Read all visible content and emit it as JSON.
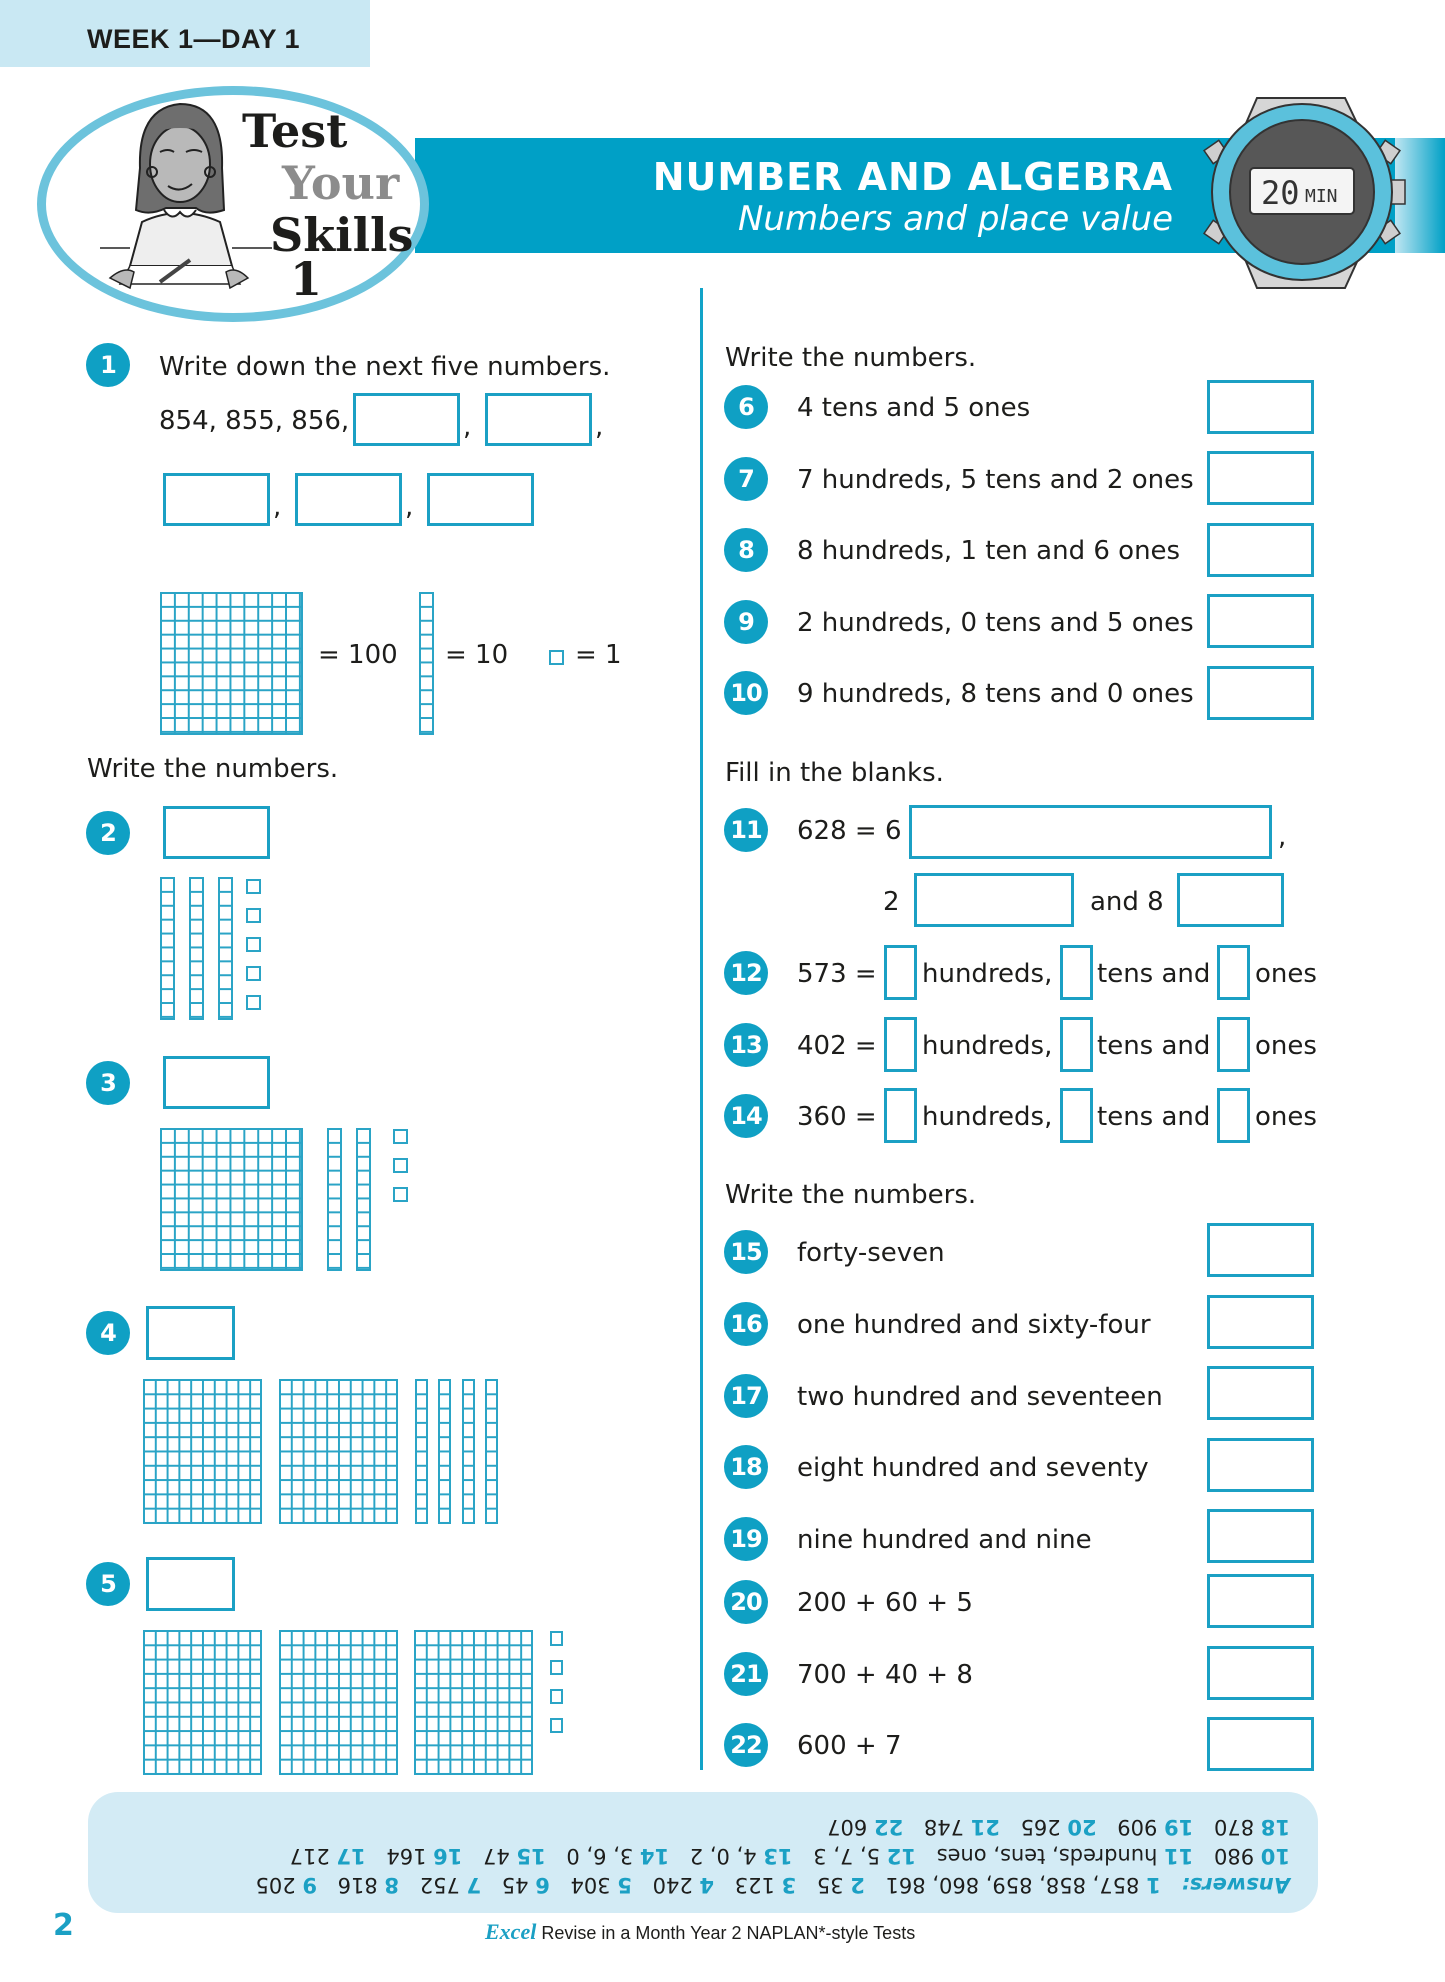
{
  "header": {
    "week_day": "WEEK 1—DAY 1",
    "badge": {
      "line1": "Test",
      "line2": "Your",
      "line3": "Skills",
      "line4": "1"
    },
    "section_title": "NUMBER AND ALGEBRA",
    "section_subtitle": "Numbers and place value",
    "timer": {
      "value": "20",
      "unit": "MIN",
      "label": "20 MIN"
    }
  },
  "colors": {
    "accent": "#00a0c6",
    "accent_light": "#c9e8f3",
    "oval_ring": "#6cc3dc",
    "answers_bg": "#d3ebf5",
    "text": "#1d1d1b"
  },
  "left": {
    "q1": {
      "num": "1",
      "prompt": "Write down the next five numbers.",
      "given": "854, 855, 856,",
      "comma": ",",
      "legend": {
        "hundred": "= 100",
        "ten": "= 10",
        "one": "= 1"
      }
    },
    "instruction": "Write the numbers.",
    "q2": {
      "num": "2",
      "hundreds": 0,
      "tens": 3,
      "ones": 5
    },
    "q3": {
      "num": "3",
      "hundreds": 1,
      "tens": 2,
      "ones": 3
    },
    "q4": {
      "num": "4",
      "hundreds": 2,
      "tens": 4,
      "ones": 0
    },
    "q5": {
      "num": "5",
      "hundreds": 3,
      "tens": 0,
      "ones": 4
    }
  },
  "right": {
    "instruction1": "Write the numbers.",
    "items1": [
      {
        "num": "6",
        "text": "4 tens and 5 ones"
      },
      {
        "num": "7",
        "text": "7 hundreds, 5 tens and 2 ones"
      },
      {
        "num": "8",
        "text": "8 hundreds, 1 ten and 6 ones"
      },
      {
        "num": "9",
        "text": "2 hundreds, 0 tens and 5 ones"
      },
      {
        "num": "10",
        "text": "9 hundreds, 8 tens and 0 ones"
      }
    ],
    "instruction2": "Fill in the blanks.",
    "q11": {
      "num": "11",
      "lhs": "628 = 6",
      "comma": ",",
      "part2": "2",
      "and8": "and 8"
    },
    "place_value": [
      {
        "num": "12",
        "lhs": "573 =",
        "hundreds": "hundreds,",
        "tens": "tens and",
        "ones": "ones"
      },
      {
        "num": "13",
        "lhs": "402 =",
        "hundreds": "hundreds,",
        "tens": "tens and",
        "ones": "ones"
      },
      {
        "num": "14",
        "lhs": "360 =",
        "hundreds": "hundreds,",
        "tens": "tens and",
        "ones": "ones"
      }
    ],
    "instruction3": "Write the numbers.",
    "items2": [
      {
        "num": "15",
        "text": "forty-seven"
      },
      {
        "num": "16",
        "text": "one hundred and sixty-four"
      },
      {
        "num": "17",
        "text": "two hundred and seventeen"
      },
      {
        "num": "18",
        "text": "eight hundred and seventy"
      },
      {
        "num": "19",
        "text": "nine hundred and nine"
      },
      {
        "num": "20",
        "text": "200 + 60 + 5"
      },
      {
        "num": "21",
        "text": "700 + 40 + 8"
      },
      {
        "num": "22",
        "text": "600 + 7"
      }
    ]
  },
  "answers": {
    "label": "Answers:",
    "items": [
      {
        "n": "1",
        "a": "857, 858, 859, 860, 861"
      },
      {
        "n": "2",
        "a": "35"
      },
      {
        "n": "3",
        "a": "123"
      },
      {
        "n": "4",
        "a": "240"
      },
      {
        "n": "5",
        "a": "304"
      },
      {
        "n": "6",
        "a": "45"
      },
      {
        "n": "7",
        "a": "752"
      },
      {
        "n": "8",
        "a": "816"
      },
      {
        "n": "9",
        "a": "205"
      },
      {
        "n": "10",
        "a": "980"
      },
      {
        "n": "11",
        "a": "hundreds, tens, ones"
      },
      {
        "n": "12",
        "a": "5, 7, 3"
      },
      {
        "n": "13",
        "a": "4, 0, 2"
      },
      {
        "n": "14",
        "a": "3, 6, 0"
      },
      {
        "n": "15",
        "a": "47"
      },
      {
        "n": "16",
        "a": "164"
      },
      {
        "n": "17",
        "a": "217"
      },
      {
        "n": "18",
        "a": "870"
      },
      {
        "n": "19",
        "a": "909"
      },
      {
        "n": "20",
        "a": "265"
      },
      {
        "n": "21",
        "a": "748"
      },
      {
        "n": "22",
        "a": "607"
      }
    ]
  },
  "footer": {
    "page_number": "2",
    "brand": "Excel",
    "title": "Revise in a Month Year 2 NAPLAN*-style Tests"
  }
}
